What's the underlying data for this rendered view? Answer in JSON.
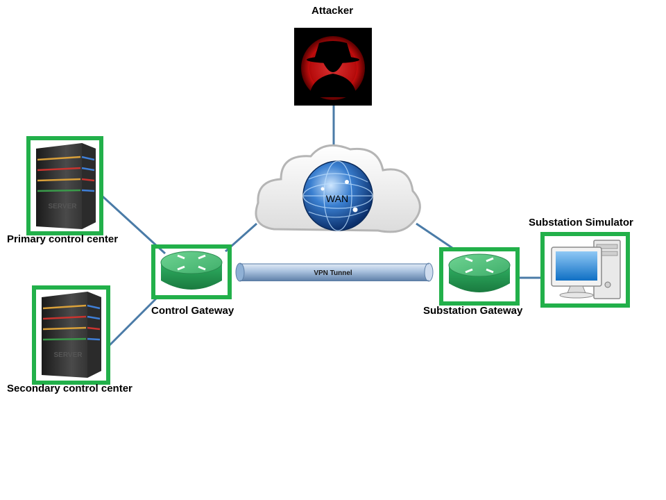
{
  "labels": {
    "attacker": "Attacker",
    "wan": "WAN",
    "primary": "Primary control center",
    "secondary": "Secondary control center",
    "control_gateway": "Control Gateway",
    "substation_gateway": "Substation Gateway",
    "substation_simulator": "Substation Simulator",
    "vpn_tunnel": "VPN Tunnel",
    "server_text": "SERVER"
  },
  "colors": {
    "highlight_border": "#22b04a",
    "link_line": "#4a7ba7",
    "router_green": "#2a9a55",
    "attacker_red": "#e01818",
    "tunnel_blue": "#b9cde4"
  },
  "icons": {
    "attacker": "hacker-icon",
    "wan": "cloud-globe-icon",
    "server": "server-tower-icon",
    "router": "router-icon",
    "workstation": "desktop-computer-icon"
  }
}
